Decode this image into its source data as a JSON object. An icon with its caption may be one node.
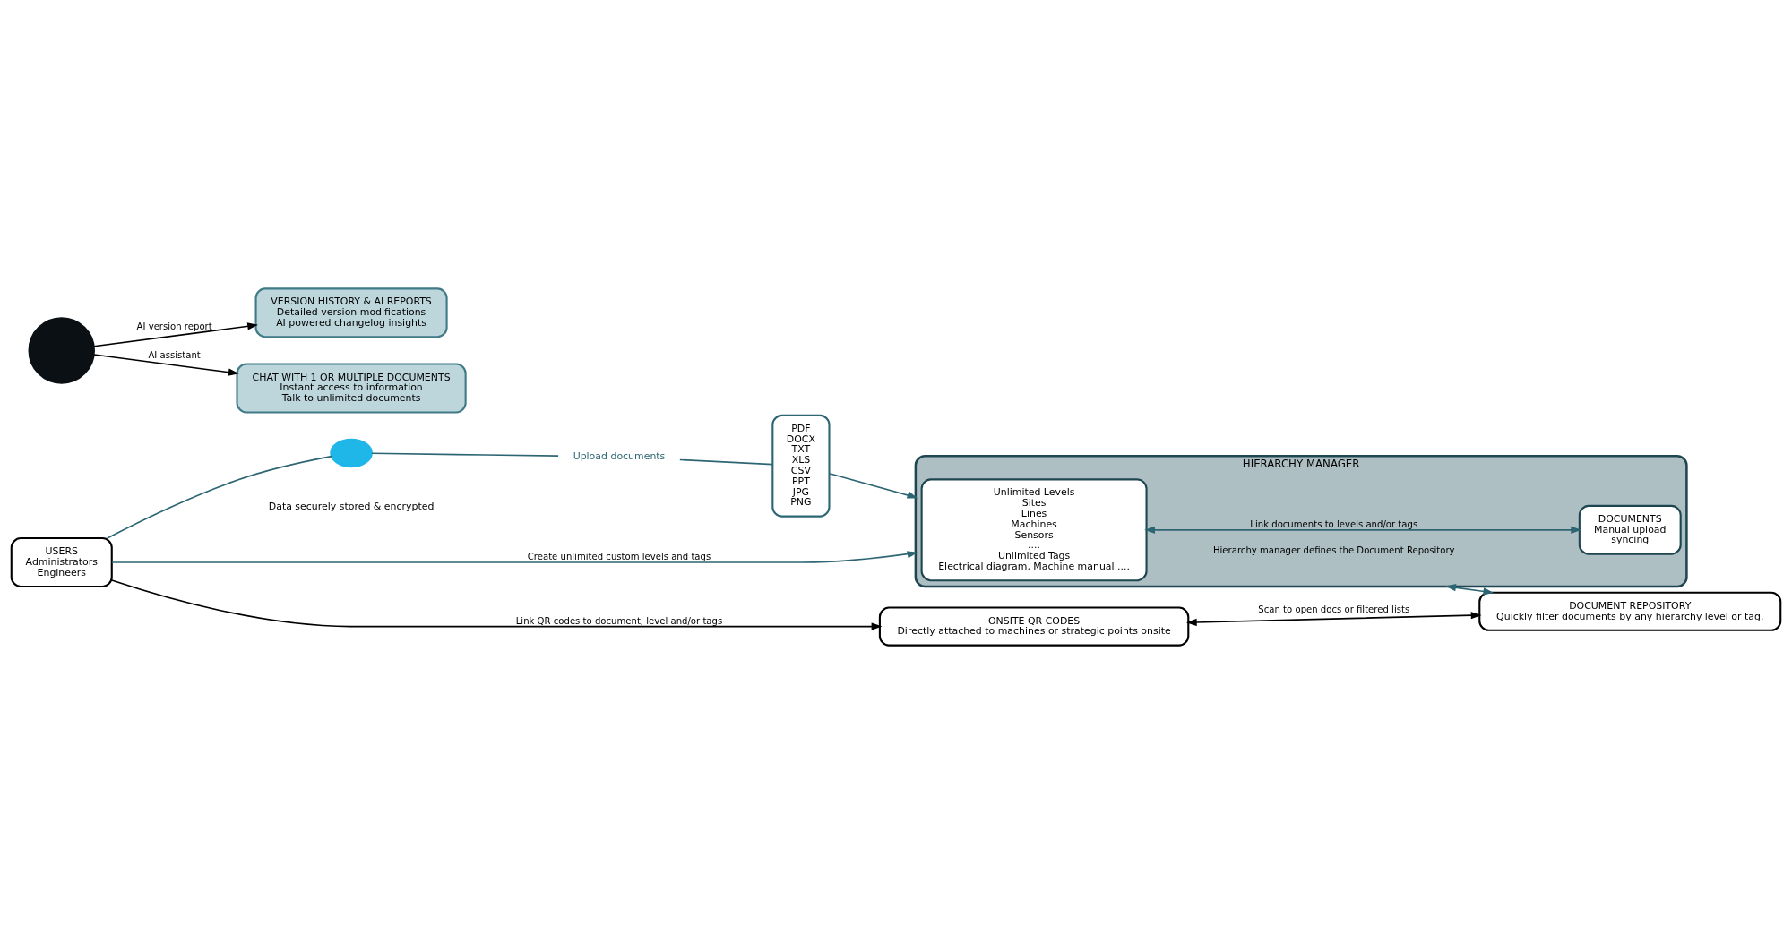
{
  "diagram": {
    "nodes": [
      {
        "text": [
          "USERS",
          "Administrators",
          "Engineers"
        ]
      },
      {
        "text": [],
        "shape": "cloud",
        "beside": [
          "Data securely stored & encrypted"
        ]
      },
      {
        "text": [
          "Upload documents"
        ]
      },
      {
        "text": [
          "PDF",
          "DOCX",
          "TXT",
          "XLS",
          "CSV",
          "PPT",
          "JPG",
          "PNG"
        ]
      },
      {
        "text": [
          "HIERARCHY MANAGER"
        ]
      },
      {
        "text": [
          "Unlimited Levels",
          "Sites",
          "Lines",
          "Machines",
          "Sensors",
          "....",
          "Unlimited Tags",
          "Electrical diagram, Machine manual ...."
        ],
        "in": 4
      },
      {
        "text": [
          "DOCUMENTS",
          "Manual upload",
          "syncing"
        ],
        "in": 4
      },
      {
        "text": [],
        "shape": "circle"
      },
      {
        "text": [
          "ONSITE QR CODES",
          "Directly attached to machines or strategic points onsite"
        ]
      },
      {
        "text": [
          "VERSION HISTORY & AI REPORTS",
          "Detailed version modifications",
          "AI powered changelog insights"
        ]
      },
      {
        "text": [
          "CHAT WITH 1 OR MULTIPLE DOCUMENTS",
          "Instant access to information",
          "Talk to unlimited documents"
        ]
      },
      {
        "text": [
          "DOCUMENT REPOSITORY",
          "Quickly filter documents by any hierarchy level or tag."
        ]
      }
    ],
    "edges": [
      {
        "from": 0,
        "to": 8,
        "arrow": "to",
        "label": "Link QR codes to document, level and/or tags",
        "color": "#000000"
      },
      {
        "from": 0,
        "to": 4,
        "arrow": "to",
        "label": "Create unlimited custom levels and tags"
      },
      {
        "from": 0,
        "to": 1,
        "arrow": "none"
      },
      {
        "from": 1,
        "to": 2,
        "arrow": "none"
      },
      {
        "from": 2,
        "to": 3,
        "arrow": "none"
      },
      {
        "from": 3,
        "to": 4,
        "arrow": "to"
      },
      {
        "from": 5,
        "to": 6,
        "arrow": "both",
        "label": "Link documents to levels and/or tags"
      },
      {
        "from": 7,
        "to": 9,
        "arrow": "to",
        "label": "AI version report",
        "color": "#000000"
      },
      {
        "from": 7,
        "to": 10,
        "arrow": "to",
        "label": "AI assistant",
        "color": "#000000"
      },
      {
        "from": 4,
        "to": 11,
        "arrow": "both",
        "label": "Hierarchy manager defines the Document Repository"
      },
      {
        "from": 8,
        "to": 11,
        "arrow": "both",
        "label": "Scan to open docs or filtered lists",
        "color": "#000000"
      }
    ]
  }
}
